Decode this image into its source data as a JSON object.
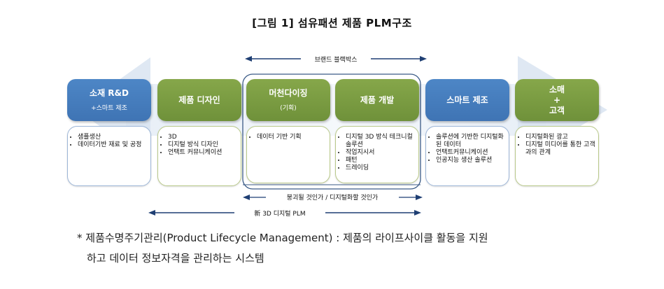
{
  "title": "[그림 1] 섬유패션 제품 PLM구조",
  "brand_black_box": "브랜드 블랙박스",
  "stages": [
    {
      "title": "소재 R&D",
      "sub": "+스마트 제조",
      "items": [
        "샘플생산",
        "데이터기반 재료 및 공정"
      ]
    },
    {
      "title": "제품 디자인",
      "sub": "",
      "items": [
        "3D",
        "디지털 방식 디자인",
        "언택트 커뮤니케이션"
      ]
    },
    {
      "title": "머천다이징",
      "sub": "(기획)",
      "items": [
        "데이터 기반 기획"
      ]
    },
    {
      "title": "제품 개발",
      "sub": "",
      "items": [
        "디지털 3D 방식 테크니컬 솔루션",
        "작업지시서",
        "패턴",
        "드레이딩"
      ]
    },
    {
      "title": "스마트 제조",
      "sub": "",
      "items": [
        "솔루션에 기반한 디지털화된 데이터",
        "언택트커뮤니케이션",
        "인공지능 생산 솔루션"
      ]
    },
    {
      "title": "소매\n+\n고객",
      "sub": "",
      "items": [
        "디지털화된 광고",
        "디지털 미디어를 통한 고객과의 관계"
      ]
    }
  ],
  "digital_question": "붕괴될 것인가 / 디지털화할 것인가",
  "new_plm": "新 3D 디지털 PLM",
  "footnote_line1": "* 제품수명주기관리(Product Lifecycle Management) : 제품의 라이프사이클 활동을 지원",
  "footnote_line2": "하고 데이터 정보자격을 관리하는 시스템",
  "colors": {
    "blue": "#4a80c1",
    "green": "#7b9d42",
    "frame": "#2f4f7f",
    "bg_arrow": "#dbe6f3"
  }
}
